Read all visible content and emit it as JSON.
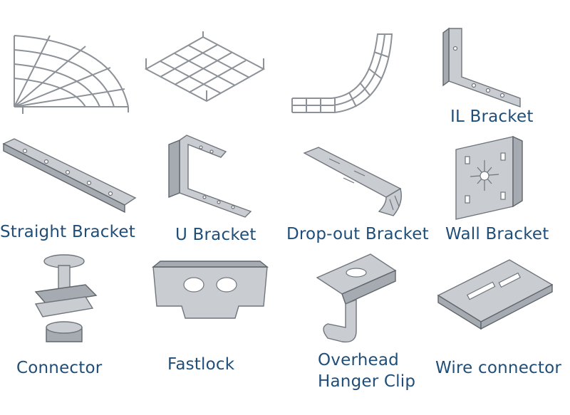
{
  "products": [
    {
      "label": "",
      "icon": "curved-wire-tray-icon"
    },
    {
      "label": "",
      "icon": "t-junction-wire-tray-icon"
    },
    {
      "label": "",
      "icon": "vertical-bend-wire-tray-icon"
    },
    {
      "label": "IL Bracket",
      "icon": "il-bracket-icon"
    },
    {
      "label": "Straight Bracket",
      "icon": "straight-bracket-icon"
    },
    {
      "label": "U Bracket",
      "icon": "u-bracket-icon"
    },
    {
      "label": "Drop-out Bracket",
      "icon": "drop-out-bracket-icon"
    },
    {
      "label": "Wall Bracket",
      "icon": "wall-bracket-icon"
    },
    {
      "label": "Connector",
      "icon": "bolt-connector-icon"
    },
    {
      "label": "Fastlock",
      "icon": "fastlock-icon"
    },
    {
      "label": "Overhead",
      "label2": "Hanger Clip",
      "icon": "overhead-hanger-clip-icon"
    },
    {
      "label": "Wire connector",
      "icon": "wire-connector-icon"
    }
  ]
}
